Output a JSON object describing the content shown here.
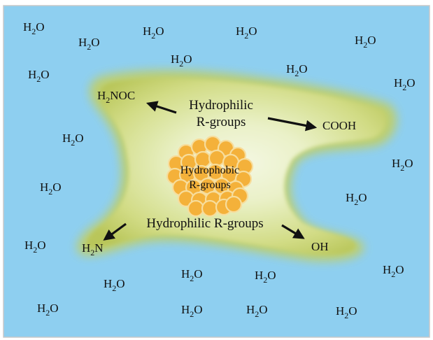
{
  "colors": {
    "water": "#8ecff0",
    "frame": "#c9c9c9",
    "protein_outer": "#c7d36a",
    "protein_inner": "#f3f6dc",
    "core_fill": "#f4b13a",
    "core_stroke": "#f7dd9c",
    "arrow": "#111111"
  },
  "water_label": {
    "base": "H",
    "subscript": "2",
    "suffix": "O"
  },
  "hydrophilic_top": {
    "line1": "Hydrophilic",
    "line2": "R-groups"
  },
  "hydrophobic": {
    "line1": "Hydrophobic",
    "line2": "R-groups"
  },
  "hydrophilic_bottom": "Hydrophilic R-groups",
  "groups": {
    "amide": {
      "base": "H",
      "subscript": "2",
      "suffix": "NOC"
    },
    "carboxyl": "COOH",
    "amine": {
      "base": "H",
      "subscript": "2",
      "suffix": "N"
    },
    "hydroxyl": "OH"
  }
}
